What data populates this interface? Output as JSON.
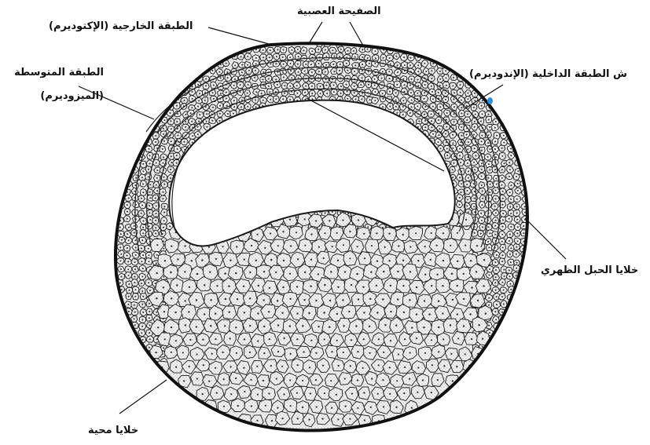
{
  "labels": {
    "neural_plate": "الصفيحة العصبية",
    "ectoderm": "الطبقة الخارجية (الإكتوديرم)",
    "mesoderm_line1": "الطبقة المتوسطة",
    "mesoderm_line2": "(الميزوديرم)",
    "endoderm": "ش الطبقة الداخلية (الإندوديرم)",
    "notochord": "خلايا الحبل الظهري",
    "yolk_cells": "خلايا محية"
  },
  "colors": {
    "ink": "#111111",
    "outline": "#1a1a1a",
    "cell_fill": "#f4f4f4",
    "stipple": "#3a3a3a",
    "blue_dot": "#2f8fe0"
  }
}
